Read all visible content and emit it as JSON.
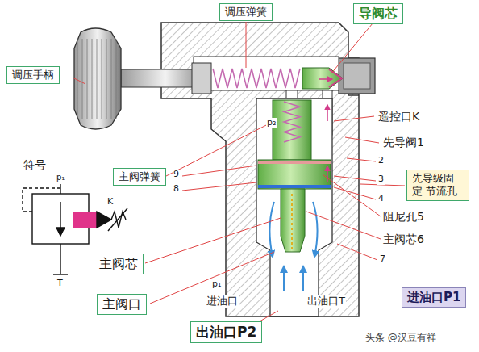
{
  "diagram": {
    "nodes": [
      {
        "text": [
          "调压弹簧"
        ]
      },
      {
        "text": [
          "导阀芯"
        ]
      },
      {
        "text": [
          "调压手柄"
        ]
      },
      {
        "text": [
          "主阀弹簧"
        ]
      },
      {
        "text": [
          "先导级固定 节流孔"
        ]
      },
      {
        "text": [
          "主阀芯"
        ]
      },
      {
        "text": [
          "主阀口"
        ]
      },
      {
        "text": [
          "进油口P1"
        ]
      },
      {
        "text": [
          "出油口P2"
        ]
      }
    ],
    "labels": [
      "遥控口K",
      "先导阀1",
      "符号",
      "p₁",
      "9",
      "2",
      "8",
      "3",
      "4",
      "K",
      "p₂",
      "阻尼孔5",
      "主阀芯6",
      "7",
      "T",
      "p₁",
      "进油口",
      "出油口T",
      "头条 @汉豆有祥"
    ]
  }
}
